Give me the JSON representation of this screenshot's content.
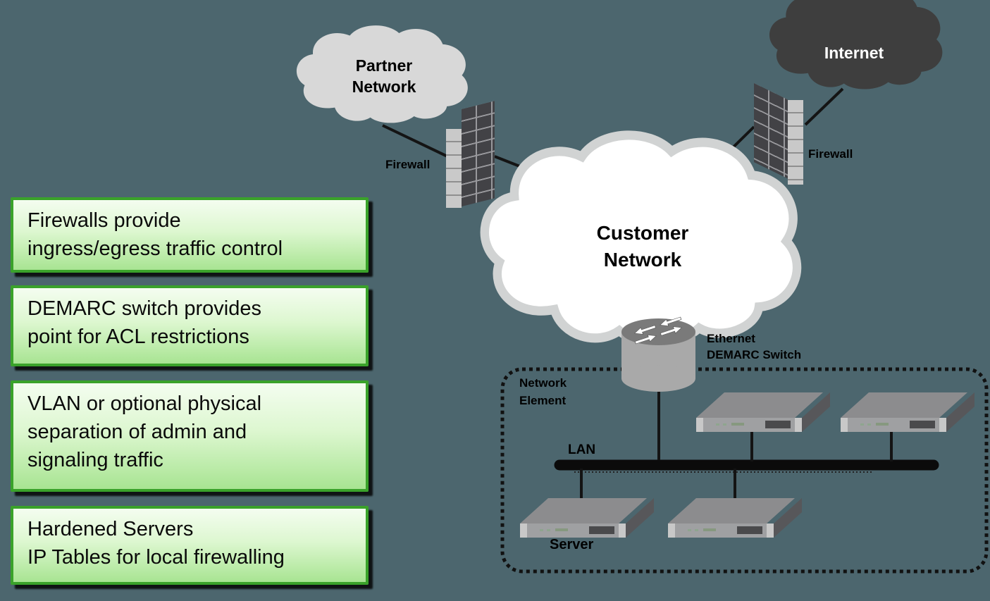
{
  "title": "Network security architecture diagram",
  "canvas": {
    "background_color": "#4c666e"
  },
  "clouds": {
    "partner": {
      "label": "Partner\nNetwork",
      "fill": "#d8d8d8",
      "text_color": "#000000"
    },
    "internet": {
      "label": "Internet",
      "fill": "#3e3e3e",
      "text_color": "#ffffff"
    },
    "customer": {
      "label": "Customer\nNetwork",
      "fill": "#ffffff",
      "rim_color": "#d1d3d3",
      "text_color": "#000000"
    }
  },
  "firewalls": {
    "left_label": "Firewall",
    "right_label": "Firewall",
    "brick_color": "#424246",
    "mortar_color": "#98989c",
    "side_color": "#c9c9c9"
  },
  "demarc_switch": {
    "label": "Ethernet\nDEMARC Switch",
    "body_color": "#a9a9a9",
    "top_color": "#7a7a7a",
    "arrow_color": "#ffffff"
  },
  "network_element": {
    "label": "Network\nElement",
    "lan_label": "LAN",
    "server_label": "Server",
    "border_style": "dashed",
    "border_color": "#111111",
    "server_count": 4
  },
  "callouts": [
    {
      "text": "Firewalls provide\ningress/egress traffic control"
    },
    {
      "text": "DEMARC switch provides\npoint for ACL restrictions"
    },
    {
      "text": "VLAN or optional physical\nseparation of admin and\nsignaling traffic"
    },
    {
      "text": "Hardened Servers\nIP Tables for local firewalling"
    }
  ],
  "callout_style": {
    "fill_top": "#f4fdf0",
    "fill_bottom": "#a8e492",
    "border_color": "#3aa22a",
    "shadow_color": "#050505"
  },
  "lan_bar_color": "#0b0b0b",
  "line_color": "#141414"
}
